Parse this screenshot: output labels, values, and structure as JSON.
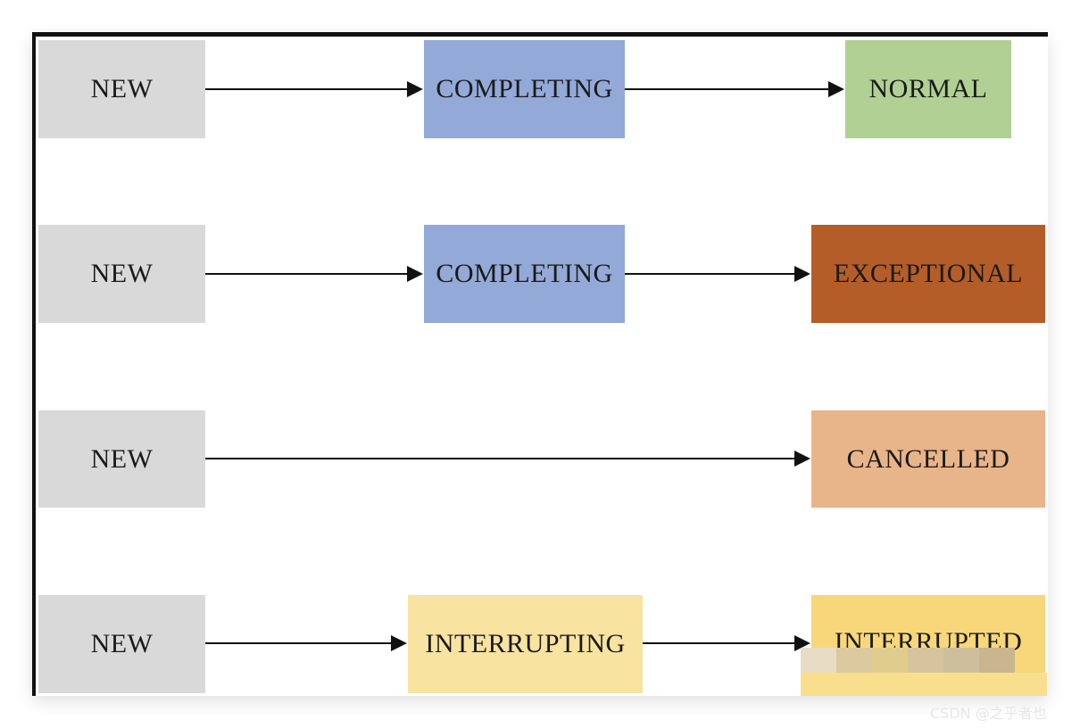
{
  "nodes": {
    "r1_new": {
      "label": "NEW",
      "color": "#d9d9d9"
    },
    "r1_completing": {
      "label": "COMPLETING",
      "color": "#93a9d8"
    },
    "r1_normal": {
      "label": "NORMAL",
      "color": "#b0d094"
    },
    "r2_new": {
      "label": "NEW",
      "color": "#d9d9d9"
    },
    "r2_completing": {
      "label": "COMPLETING",
      "color": "#93a9d8"
    },
    "r2_exceptional": {
      "label": "EXCEPTIONAL",
      "color": "#b55d28"
    },
    "r3_new": {
      "label": "NEW",
      "color": "#d9d9d9"
    },
    "r3_cancelled": {
      "label": "CANCELLED",
      "color": "#e8b48a"
    },
    "r4_new": {
      "label": "NEW",
      "color": "#d9d9d9"
    },
    "r4_interrupting": {
      "label": "INTERRUPTING",
      "color": "#f8e3a0"
    },
    "r4_interrupted": {
      "label": "INTERRUPTED",
      "color": "#f7d77a"
    }
  },
  "edges": [
    {
      "from": "r1_new",
      "to": "r1_completing"
    },
    {
      "from": "r1_completing",
      "to": "r1_normal"
    },
    {
      "from": "r2_new",
      "to": "r2_completing"
    },
    {
      "from": "r2_completing",
      "to": "r2_exceptional"
    },
    {
      "from": "r3_new",
      "to": "r3_cancelled"
    },
    {
      "from": "r4_new",
      "to": "r4_interrupting"
    },
    {
      "from": "r4_interrupting",
      "to": "r4_interrupted"
    }
  ],
  "watermark": {
    "text": "CSDN @之乎者也"
  },
  "colors": {
    "arrow": "#111111",
    "frame": "#111111"
  }
}
